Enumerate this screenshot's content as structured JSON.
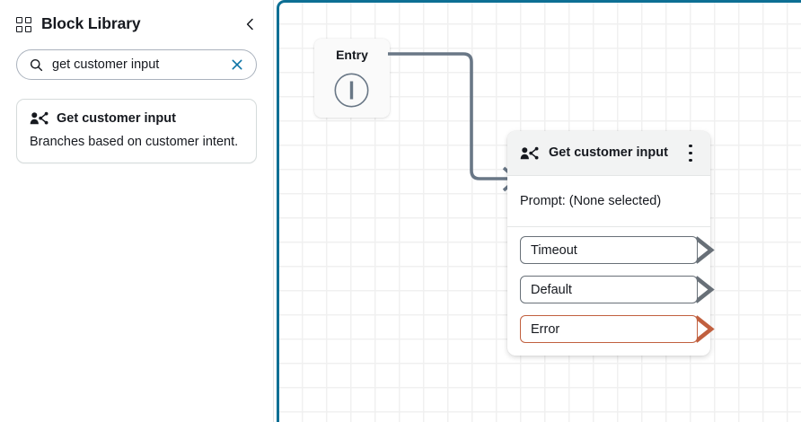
{
  "sidebar": {
    "title": "Block Library",
    "grid_icon": "grid-icon",
    "collapse_icon": "chevron-left-icon",
    "search": {
      "value": "get customer input",
      "placeholder": "Search blocks",
      "search_icon": "search-icon",
      "clear_icon": "close-icon"
    },
    "blocks": [
      {
        "icon": "user-branch-icon",
        "title": "Get customer input",
        "description": "Branches based on customer intent."
      }
    ]
  },
  "canvas": {
    "accent_border_color": "#0d6f94",
    "grid_line_color": "#f0f0f0",
    "entry_node": {
      "label": "Entry",
      "icon": "start-circle-icon"
    },
    "edge": {
      "color": "#697786",
      "from": "entry-node",
      "to": "get-customer-input-node"
    },
    "node": {
      "icon": "user-branch-icon",
      "title": "Get customer input",
      "menu_icon": "kebab-menu-icon",
      "prompt_label": "Prompt: (None selected)",
      "branches": [
        {
          "label": "Timeout",
          "color": "#687078",
          "state": "normal"
        },
        {
          "label": "Default",
          "color": "#687078",
          "state": "normal"
        },
        {
          "label": "Error",
          "color": "#c1603f",
          "state": "error"
        }
      ]
    }
  }
}
